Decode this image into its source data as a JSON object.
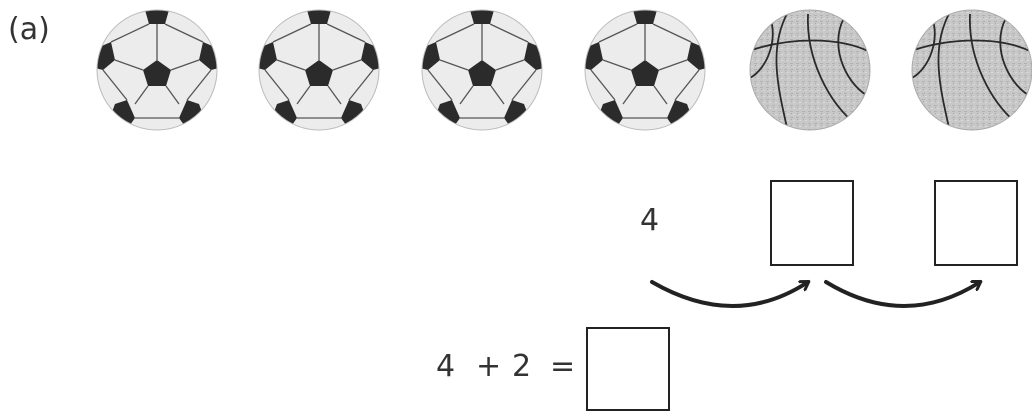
{
  "question": {
    "label": "(a)"
  },
  "balls": [
    {
      "kind": "soccer"
    },
    {
      "kind": "soccer"
    },
    {
      "kind": "soccer"
    },
    {
      "kind": "soccer"
    },
    {
      "kind": "basketball"
    },
    {
      "kind": "basketball"
    }
  ],
  "count_sequence": {
    "start": "4",
    "answer_boxes": [
      "",
      ""
    ]
  },
  "equation": {
    "left": "4",
    "operator": "+",
    "right": "2",
    "equals": "=",
    "answer": ""
  }
}
